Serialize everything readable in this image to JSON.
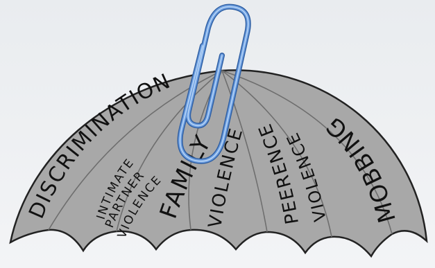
{
  "illustration": {
    "subject": "umbrella-with-paperclip",
    "colors": {
      "canopy": "#a8a8a8",
      "canopy_outline": "#222222",
      "rib": "#6e6e6e",
      "paperclip": "#4a7fc6",
      "paperclip_highlight": "#9cc3f0",
      "background": "#eef0f2"
    },
    "icons": [
      "umbrella-canopy",
      "paperclip-icon"
    ],
    "sections": [
      {
        "label": "DISCRIMINATION"
      },
      {
        "label": "INTIMATE"
      },
      {
        "label": "PARTNER"
      },
      {
        "label": "VIOLENCE"
      },
      {
        "label": "FAMILY"
      },
      {
        "label": "VIOLENCE"
      },
      {
        "label": "PEERENCE"
      },
      {
        "label": "VIOLENCE"
      },
      {
        "label": "MOBBING"
      }
    ]
  }
}
